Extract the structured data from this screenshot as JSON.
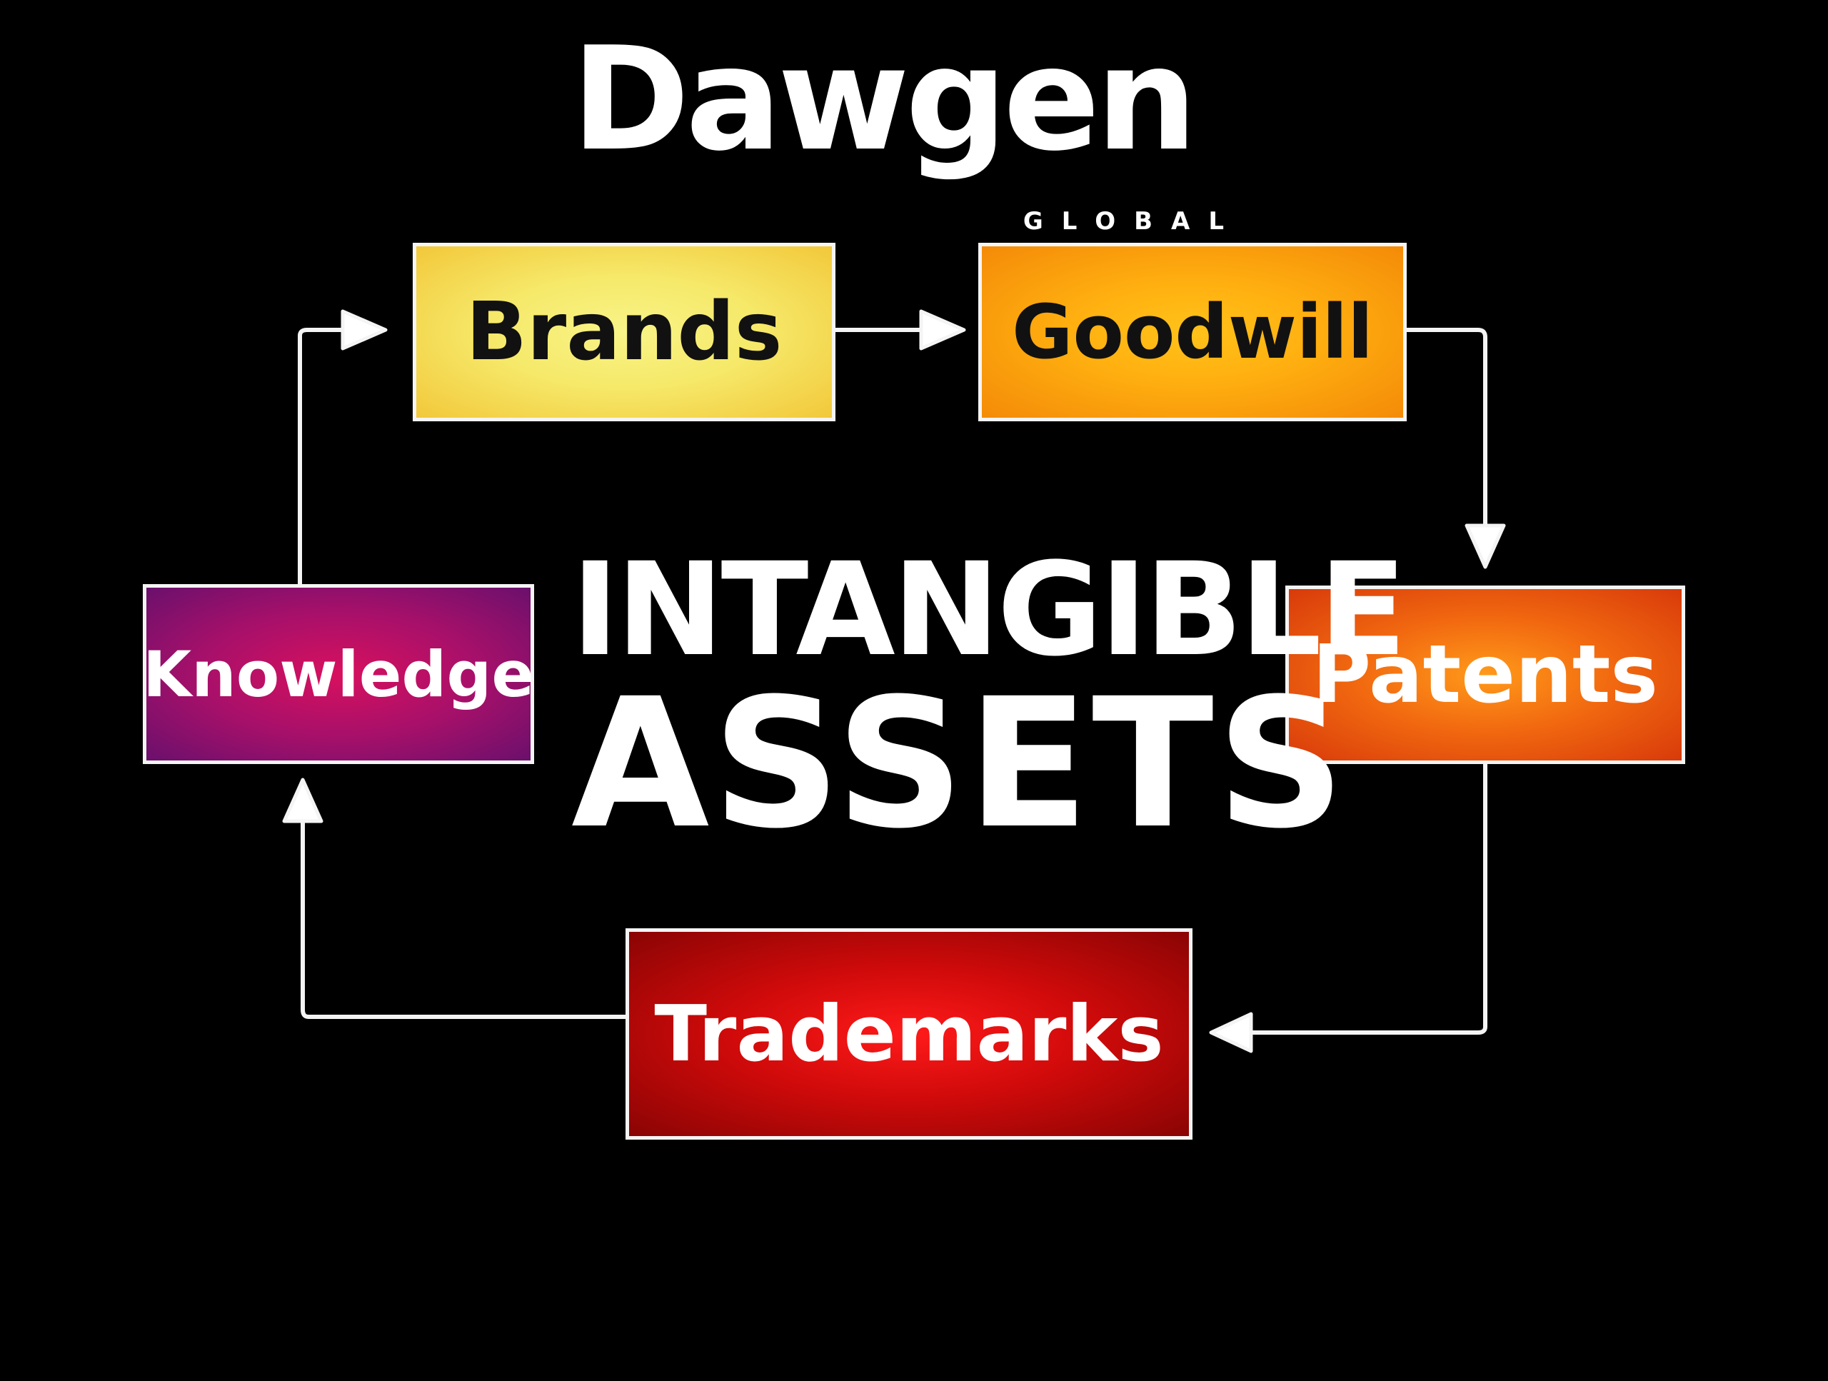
{
  "logo": {
    "word": "Dawgen",
    "sub": "GLOBAL"
  },
  "title": {
    "line1": "INTANGIBLE",
    "line2": "ASSETS"
  },
  "nodes": {
    "brands": "Brands",
    "goodwill": "Goodwill",
    "patents": "Patents",
    "trademarks": "Trademarks",
    "knowledge": "Knowledge"
  },
  "colors": {
    "background": "#000000",
    "brands": "#f6e96a",
    "goodwill": "#ffb010",
    "patents": "#f26a10",
    "trademarks": "#d00a0a",
    "knowledge": "#a8106a",
    "lines": "#f4f4f4"
  }
}
